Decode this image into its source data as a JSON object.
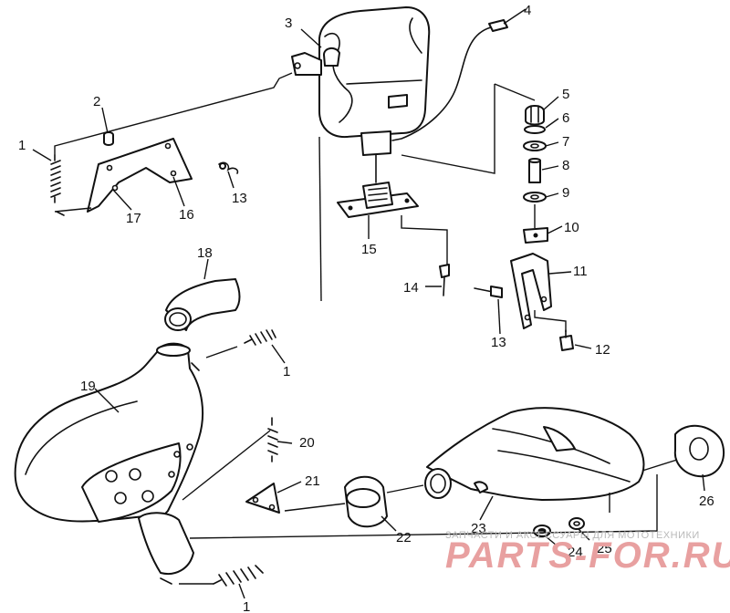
{
  "callouts": [
    {
      "id": "1a",
      "label": "1"
    },
    {
      "id": "2",
      "label": "2"
    },
    {
      "id": "3",
      "label": "3"
    },
    {
      "id": "4",
      "label": "4"
    },
    {
      "id": "5",
      "label": "5"
    },
    {
      "id": "6",
      "label": "6"
    },
    {
      "id": "7",
      "label": "7"
    },
    {
      "id": "8",
      "label": "8"
    },
    {
      "id": "9",
      "label": "9"
    },
    {
      "id": "10",
      "label": "10"
    },
    {
      "id": "11",
      "label": "11"
    },
    {
      "id": "12",
      "label": "12"
    },
    {
      "id": "13a",
      "label": "13"
    },
    {
      "id": "13b",
      "label": "13"
    },
    {
      "id": "14",
      "label": "14"
    },
    {
      "id": "15",
      "label": "15"
    },
    {
      "id": "16",
      "label": "16"
    },
    {
      "id": "17",
      "label": "17"
    },
    {
      "id": "18",
      "label": "18"
    },
    {
      "id": "1b",
      "label": "1"
    },
    {
      "id": "19",
      "label": "19"
    },
    {
      "id": "20",
      "label": "20"
    },
    {
      "id": "21",
      "label": "21"
    },
    {
      "id": "22",
      "label": "22"
    },
    {
      "id": "23",
      "label": "23"
    },
    {
      "id": "24",
      "label": "24"
    },
    {
      "id": "25",
      "label": "25"
    },
    {
      "id": "26",
      "label": "26"
    },
    {
      "id": "1c",
      "label": "1"
    }
  ],
  "watermark": {
    "caption": "ЗАПЧАСТИ И АКСЕССУАРЫ ДЛЯ МОТОТЕХНИКИ",
    "brand": "PARTS-FOR.RU",
    "color": "#e8a0a0"
  }
}
